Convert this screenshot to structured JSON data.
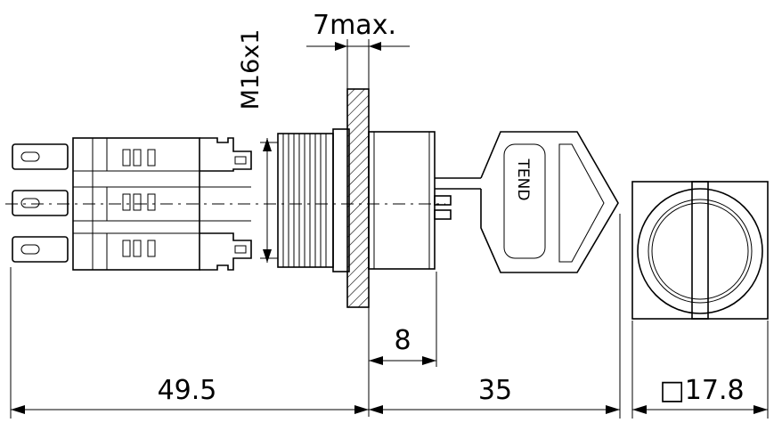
{
  "dimensions": {
    "thread": "M16x1",
    "panel_max": "7max.",
    "depth_8": "8",
    "body_length": "49.5",
    "key_length": "35",
    "face_size": "□17.8"
  },
  "key_marking": "TEND"
}
